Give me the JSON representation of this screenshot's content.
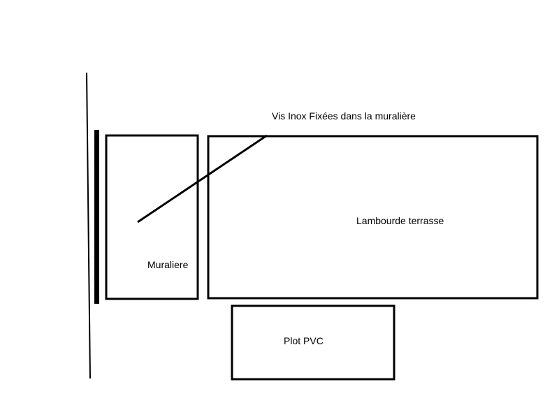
{
  "diagram": {
    "labels": {
      "screws": "Vis Inox Fixées dans la muralière",
      "joist": "Lambourde terrasse",
      "ledger": "Muraliere",
      "pedestal": "Plot PVC"
    },
    "colors": {
      "stroke": "#000000",
      "background": "#ffffff"
    }
  }
}
